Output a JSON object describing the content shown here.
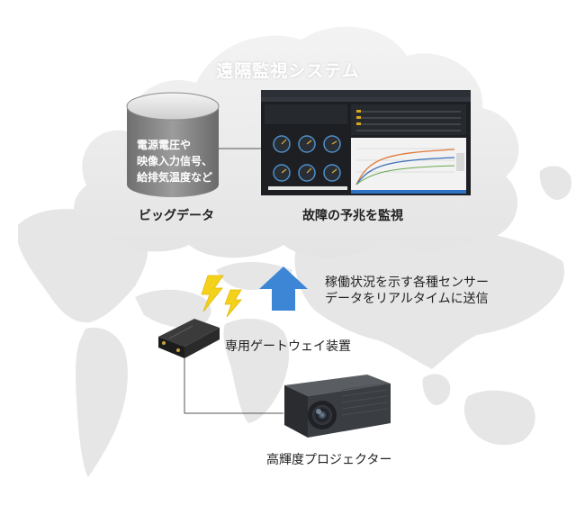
{
  "cloud": {
    "title": "遠隔監視システム"
  },
  "big_data": {
    "lines": [
      "電源電圧や",
      "映像入力信号、",
      "給排気温度など"
    ],
    "caption": "ビッグデータ"
  },
  "monitor": {
    "caption": "故障の予兆を監視",
    "screen_title": "予兆監視サーバーシステム"
  },
  "transmission": {
    "line1": "稼働状況を示す各種センサー",
    "line2": "データをリアルタイムに送信"
  },
  "gateway": {
    "label": "専用ゲートウェイ装置"
  },
  "projector": {
    "label": "高輝度プロジェクター"
  },
  "colors": {
    "arrow": "#3d86d6",
    "lightning": "#f4d21c",
    "cloud": "#ebebeb",
    "map": "#e5e5e5",
    "database": "#8a8a8a",
    "dashboard_bg": "#1d1f22"
  }
}
